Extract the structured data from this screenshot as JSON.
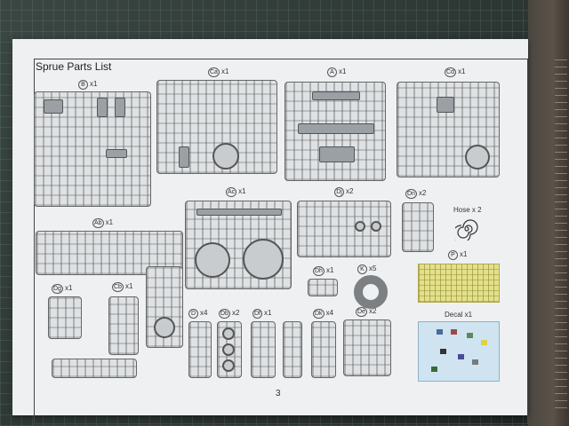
{
  "sheet": {
    "title": "Sprue Parts List",
    "page_number": "3"
  },
  "sprues": [
    {
      "id": "B",
      "qty": "x1"
    },
    {
      "id": "Ca",
      "qty": "x1"
    },
    {
      "id": "A",
      "qty": "x1"
    },
    {
      "id": "Cd",
      "qty": "x1"
    },
    {
      "id": "Ac",
      "qty": "x1"
    },
    {
      "id": "Dj",
      "qty": "x2"
    },
    {
      "id": "Dn",
      "qty": "x2"
    },
    {
      "id": "Ab",
      "qty": "x1"
    },
    {
      "id": "Dh",
      "qty": "x1"
    },
    {
      "id": "K",
      "qty": "x5"
    },
    {
      "id": "Dg",
      "qty": "x1"
    },
    {
      "id": "Cb",
      "qty": "x1"
    },
    {
      "id": "D",
      "qty": "x4"
    },
    {
      "id": "Db",
      "qty": "x2"
    },
    {
      "id": "Df",
      "qty": "x1"
    },
    {
      "id": "Dk",
      "qty": "x4"
    },
    {
      "id": "De",
      "qty": "x2"
    },
    {
      "id": "P",
      "qty": "x1"
    }
  ],
  "extras": {
    "hose": "Hose x 2",
    "decal": "Decal  x1"
  },
  "colors": {
    "sheet": "#eef0f1",
    "sprue_fill": "#dfe2e4",
    "photo_etch": "#e2e08a",
    "decal_sheet": "#cfe4f0"
  }
}
